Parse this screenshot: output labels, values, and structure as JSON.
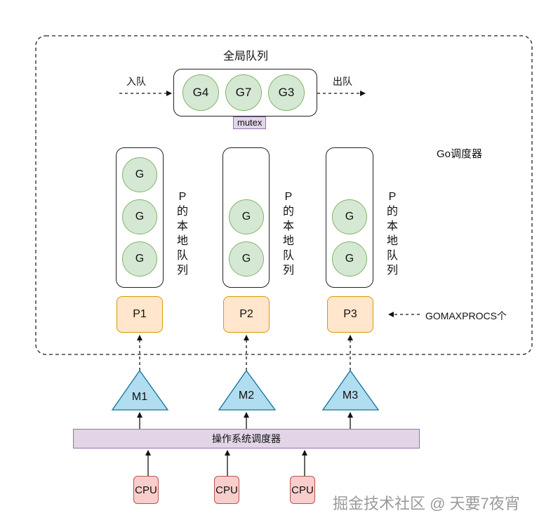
{
  "scheduler_label": "Go调度器",
  "global_queue": {
    "title": "全局队列",
    "enqueue_label": "入队",
    "dequeue_label": "出队",
    "goroutines": [
      "G4",
      "G7",
      "G3"
    ],
    "lock_label": "mutex"
  },
  "processors": [
    {
      "name": "P1",
      "local_queue": [
        "G",
        "G",
        "G"
      ],
      "queue_label": [
        "P",
        "的",
        "本",
        "地",
        "队",
        "列"
      ]
    },
    {
      "name": "P2",
      "local_queue": [
        "G",
        "G"
      ],
      "queue_label": [
        "P",
        "的",
        "本",
        "地",
        "队",
        "列"
      ]
    },
    {
      "name": "P3",
      "local_queue": [
        "G",
        "G"
      ],
      "queue_label": [
        "P",
        "的",
        "本",
        "地",
        "队",
        "列"
      ]
    }
  ],
  "gomaxprocs_label": "GOMAXPROCS个",
  "machines": [
    "M1",
    "M2",
    "M3"
  ],
  "os_scheduler_label": "操作系统调度器",
  "cpus": [
    "CPU",
    "CPU",
    "CPU"
  ],
  "watermark": "掘金技术社区 @ 天要7夜宵",
  "colors": {
    "goroutine_fill": "#d5e8d4",
    "goroutine_stroke": "#82b366",
    "processor_fill": "#ffe6cc",
    "processor_stroke": "#d79b00",
    "machine_fill": "#b1ddf0",
    "machine_stroke": "#10739e",
    "os_fill": "#e1d5e7",
    "os_stroke": "#9673a6",
    "cpu_fill": "#f8cecc",
    "cpu_stroke": "#b85450"
  }
}
